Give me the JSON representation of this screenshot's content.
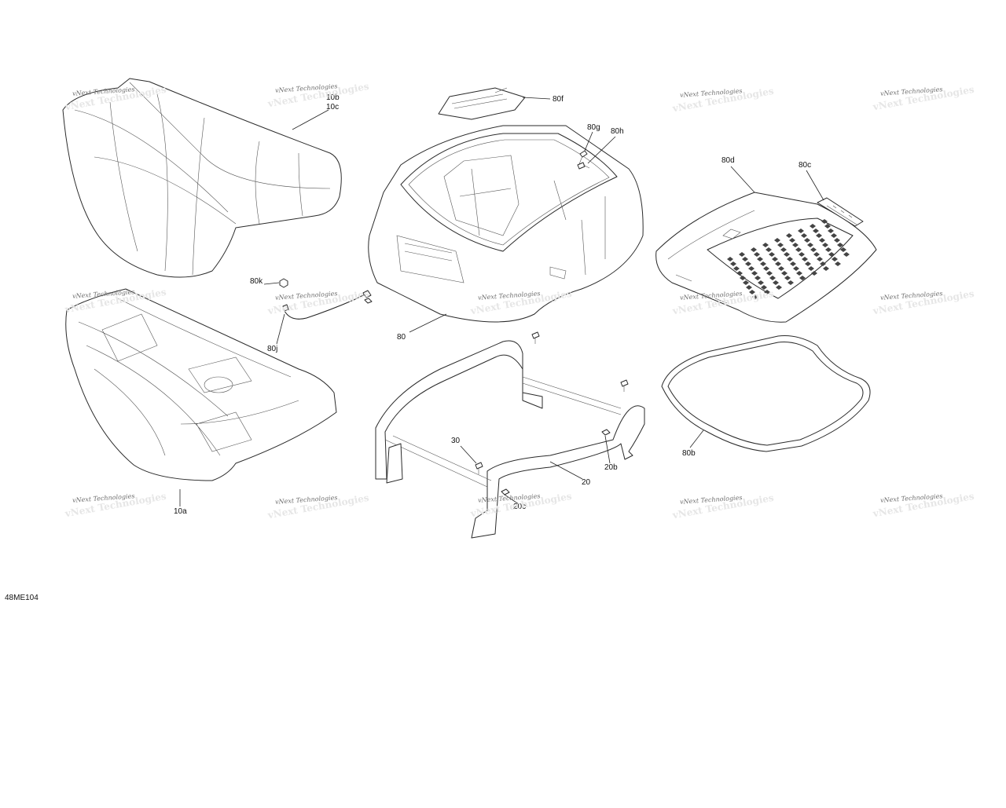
{
  "labels": {
    "seat_cover_a": "10b",
    "seat_cover_b": "10c",
    "seat_base": "10a",
    "box": "80",
    "box_lid_latch": "80f",
    "screw_g": "80g",
    "screw_h": "80h",
    "lid": "80d",
    "lid_handle": "80c",
    "cable_nut": "80k",
    "cable": "80j",
    "gasket": "80b",
    "frame": "20",
    "frame_bracket": "20b",
    "frame_bolt_b": "20c",
    "bolt": "30"
  },
  "watermark": {
    "text": "vNext Technologies",
    "ghost_text": "vNext Technologies"
  },
  "diagram_code": "48ME104"
}
